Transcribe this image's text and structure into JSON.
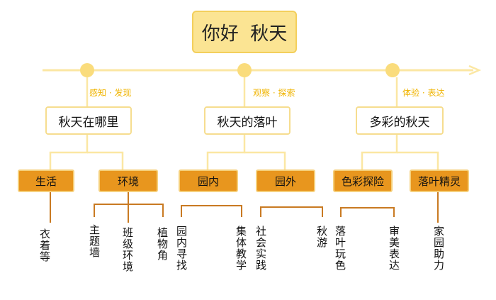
{
  "title": "你好  秋天",
  "phases": [
    {
      "label": "感知 · 发现"
    },
    {
      "label": "观察 · 探索"
    },
    {
      "label": "体验 · 表达"
    }
  ],
  "themes": [
    {
      "label": "秋天在哪里",
      "categories": [
        {
          "label": "生活",
          "items": [
            "衣着等"
          ]
        },
        {
          "label": "环境",
          "items": [
            "主题墙",
            "班级环境",
            "植物角"
          ]
        }
      ]
    },
    {
      "label": "秋天的落叶",
      "categories": [
        {
          "label": "园内",
          "items": [
            "园内寻找",
            "集体教学"
          ]
        },
        {
          "label": "园外",
          "items": [
            "社会实践",
            "秋游"
          ]
        }
      ]
    },
    {
      "label": "多彩的秋天",
      "categories": [
        {
          "label": "色彩探险",
          "items": [
            "落叶玩色",
            "审美表达"
          ]
        },
        {
          "label": "落叶精灵",
          "items": [
            "家园助力"
          ]
        }
      ]
    }
  ],
  "colors": {
    "timeline": "#fbe7a3",
    "dot": "#fadc7c",
    "title_fill": "#fbe493",
    "category_fill": "#e8961e",
    "bracket": "#c97a22"
  }
}
